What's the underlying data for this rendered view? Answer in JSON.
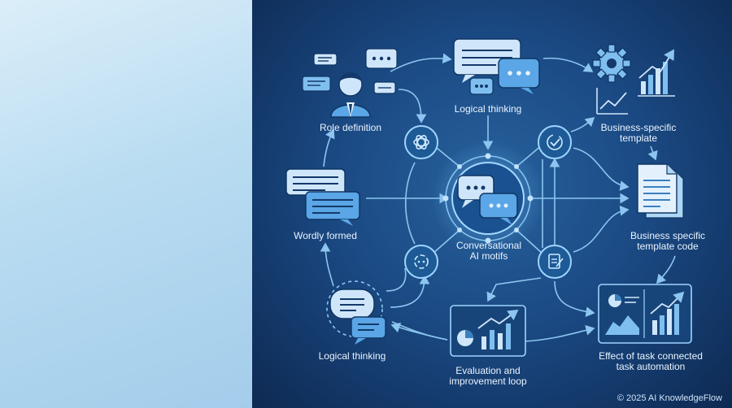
{
  "labels": {
    "role_definition": "Role definition",
    "logical_thinking_top": "Logical thinking",
    "business_template": [
      "Business-specific",
      "template"
    ],
    "wordly_formed": "Wordly formed",
    "conversational": [
      "Conversational",
      "AI motifs"
    ],
    "business_code": [
      "Business specific",
      "template code"
    ],
    "logical_thinking_bottom": "Logical thinking",
    "evaluation": [
      "Evaluation and",
      "improvement loop"
    ],
    "effect": [
      "Effect of task connected",
      "task automation"
    ]
  },
  "footer": {
    "credit": "© 2025 AI KnowledgeFlow"
  },
  "colors": {
    "line": "#8cc6f0",
    "node_fill": "#1d5a96",
    "node_stroke": "#9fd4ff",
    "icon_fill": "#a8d4f5",
    "icon_dark": "#14396a",
    "left_panel": "#c2e0f3"
  }
}
